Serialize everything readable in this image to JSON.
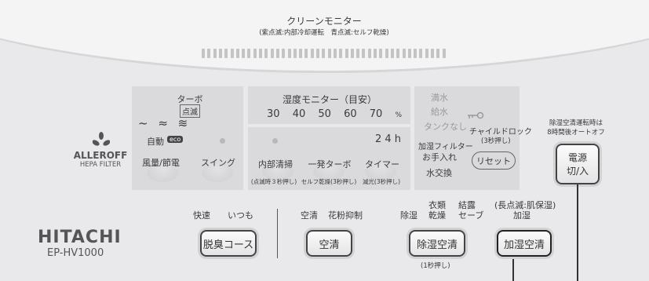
{
  "monitor": {
    "title": "クリーンモニター",
    "subtitle": "(紫点滅:内部冷却運転　青点滅:セルフ乾燥)"
  },
  "brand": {
    "logo": "ALLEROFF",
    "logo_sub": "HEPA FILTER",
    "maker": "HITACHI",
    "model": "EP-HV1000"
  },
  "left_panel": {
    "turbo": "ターボ",
    "turbo_blink": "点滅",
    "fan_glyphs": "~ ≈ ≋",
    "auto": "自動",
    "eco": "eco",
    "fan_button": "風量/節電",
    "swing_button": "スイング"
  },
  "humidity": {
    "title": "湿度モニター（目安）",
    "levels": [
      "30",
      "40",
      "50",
      "60",
      "70"
    ],
    "unit": "%",
    "timer_value": "2 4 h",
    "clean_button": "内部清掃",
    "turbo_button": "一発ターボ",
    "timer_button": "タイマー",
    "clean_note": "(点滅時３秒押し)",
    "turbo_note": "セルフ乾燥(3秒押し)",
    "timer_note": "減光(3秒押し)"
  },
  "water": {
    "full": "満水",
    "supply": "給水",
    "empty": "タンクなし",
    "child_lock": "チャイルドロック",
    "child_lock_note": "(3秒押し)",
    "filter_care": "加湿フィルター",
    "filter_care2": "お手入れ",
    "water_change": "水交換",
    "reset_button": "リセット"
  },
  "power": {
    "note1": "除湿空清運転時は",
    "note2": "8時間後オートオフ",
    "button1": "電源",
    "button2": "切/入"
  },
  "modes": {
    "deodor_fast": "快速",
    "deodor_always": "いつも",
    "deodor_button": "脱臭コース",
    "air": "空清",
    "pollen": "花粉抑制",
    "air_button": "空清",
    "dehum": "除湿",
    "cloth1": "衣類",
    "cloth2": "乾燥",
    "cond1": "結露",
    "cond2": "セーブ",
    "dehum_button": "除湿空清",
    "dehum_note": "(1秒押し)",
    "humid_note": "(長点滅:肌保湿)",
    "humid": "加湿",
    "humid_button": "加湿空清"
  }
}
